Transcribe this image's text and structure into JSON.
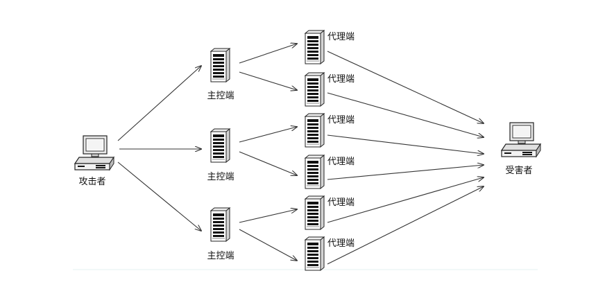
{
  "nodes": {
    "attacker": {
      "label": "攻击者"
    },
    "masters": [
      {
        "label": "主控端"
      },
      {
        "label": "主控端"
      },
      {
        "label": "主控端"
      }
    ],
    "agents": [
      {
        "label": "代理端"
      },
      {
        "label": "代理端"
      },
      {
        "label": "代理端"
      },
      {
        "label": "代理端"
      },
      {
        "label": "代理端"
      },
      {
        "label": "代理端"
      }
    ],
    "victim": {
      "label": "受害者"
    }
  },
  "edges": [
    {
      "from": "attacker",
      "to": "master-1"
    },
    {
      "from": "attacker",
      "to": "master-2"
    },
    {
      "from": "attacker",
      "to": "master-3"
    },
    {
      "from": "master-1",
      "to": "agent-1"
    },
    {
      "from": "master-1",
      "to": "agent-2"
    },
    {
      "from": "master-2",
      "to": "agent-3"
    },
    {
      "from": "master-2",
      "to": "agent-4"
    },
    {
      "from": "master-3",
      "to": "agent-5"
    },
    {
      "from": "master-3",
      "to": "agent-6"
    },
    {
      "from": "agent-1",
      "to": "victim"
    },
    {
      "from": "agent-2",
      "to": "victim"
    },
    {
      "from": "agent-3",
      "to": "victim"
    },
    {
      "from": "agent-4",
      "to": "victim"
    },
    {
      "from": "agent-5",
      "to": "victim"
    },
    {
      "from": "agent-6",
      "to": "victim"
    }
  ],
  "icons": {
    "attacker": "desktop-computer-icon",
    "master": "server-tower-icon",
    "agent": "server-tower-icon",
    "victim": "desktop-computer-icon"
  }
}
